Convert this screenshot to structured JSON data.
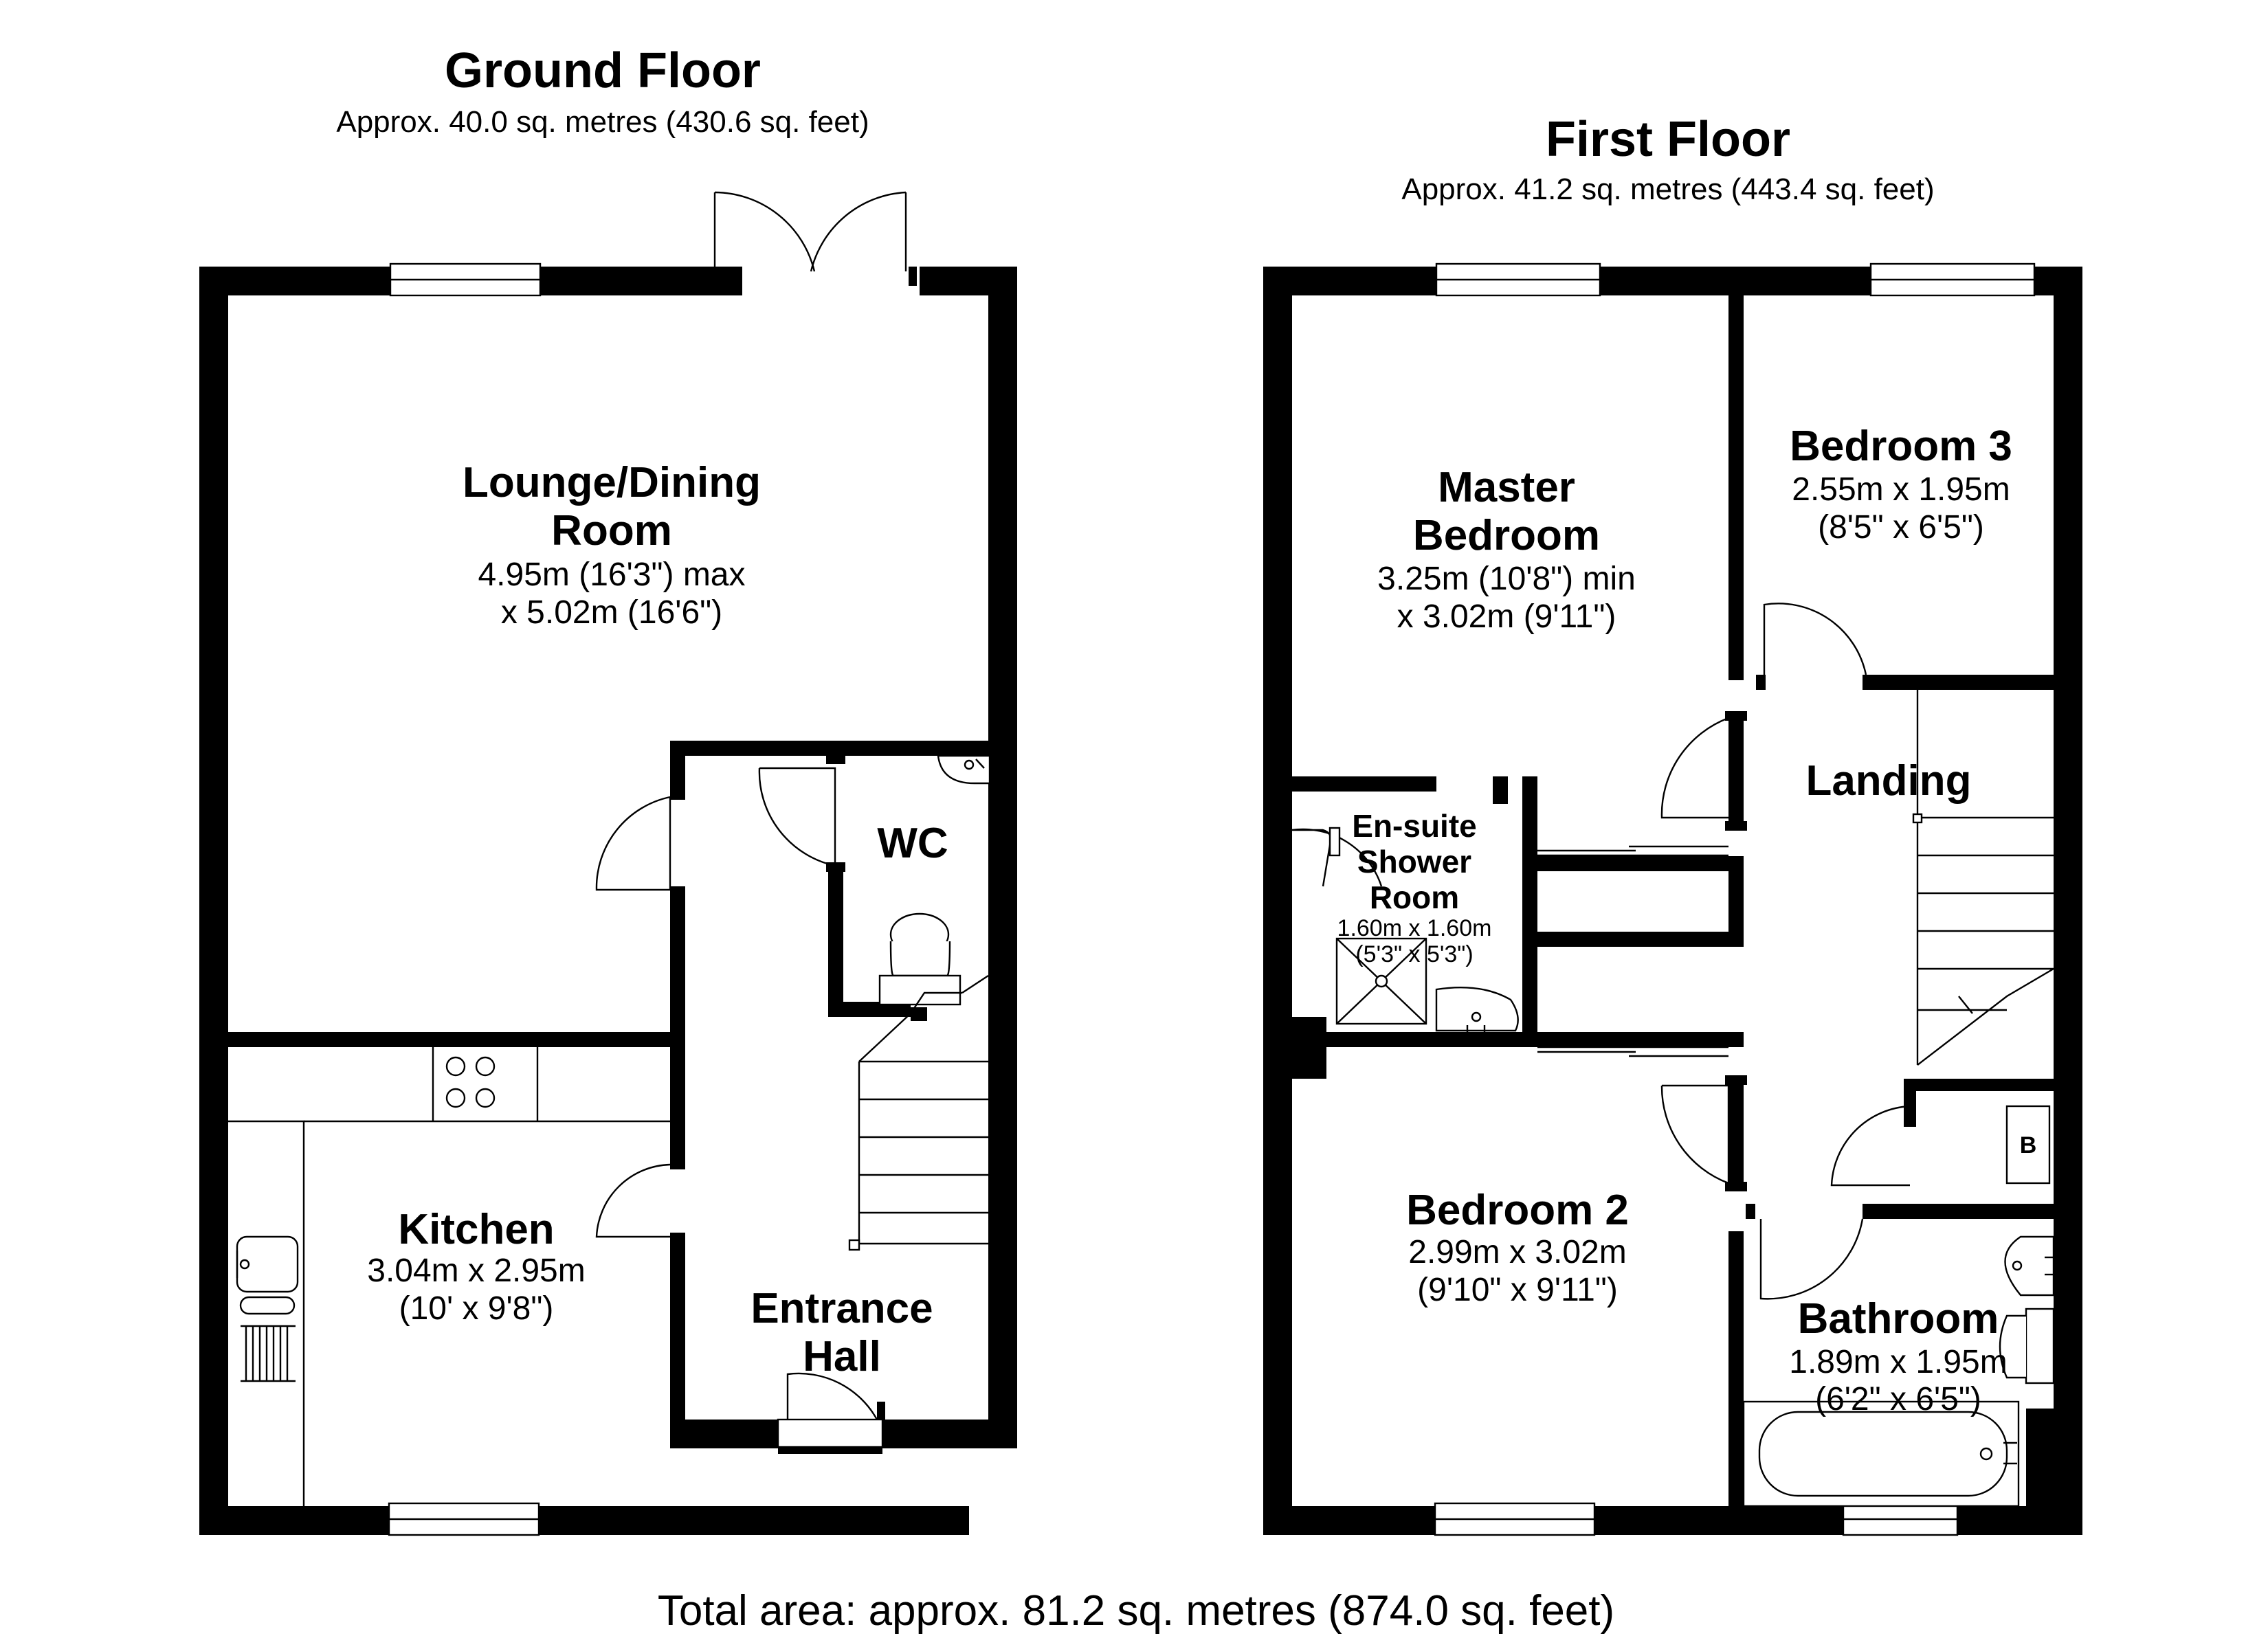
{
  "ground_floor": {
    "title": "Ground Floor",
    "area": "Approx. 40.0 sq. metres (430.6 sq. feet)",
    "rooms": {
      "lounge": {
        "name_line1": "Lounge/Dining",
        "name_line2": "Room",
        "dim_line1": "4.95m (16'3\") max",
        "dim_line2": "x 5.02m (16'6\")"
      },
      "wc": {
        "name": "WC"
      },
      "kitchen": {
        "name": "Kitchen",
        "dim_line1": "3.04m x 2.95m",
        "dim_line2": "(10' x 9'8\")"
      },
      "entrance_hall": {
        "name_line1": "Entrance",
        "name_line2": "Hall"
      }
    }
  },
  "first_floor": {
    "title": "First Floor",
    "area": "Approx. 41.2 sq. metres (443.4 sq. feet)",
    "rooms": {
      "master_bedroom": {
        "name_line1": "Master",
        "name_line2": "Bedroom",
        "dim_line1": "3.25m (10'8\") min",
        "dim_line2": "x 3.02m (9'11\")"
      },
      "bedroom3": {
        "name": "Bedroom 3",
        "dim_line1": "2.55m x 1.95m",
        "dim_line2": "(8'5\" x 6'5\")"
      },
      "landing": {
        "name": "Landing"
      },
      "ensuite": {
        "name_line1": "En-suite",
        "name_line2": "Shower",
        "name_line3": "Room",
        "dim_line1": "1.60m x 1.60m",
        "dim_line2": "(5'3\" x 5'3\")"
      },
      "bedroom2": {
        "name": "Bedroom 2",
        "dim_line1": "2.99m x 3.02m",
        "dim_line2": "(9'10\" x 9'11\")"
      },
      "bathroom": {
        "name": "Bathroom",
        "dim_line1": "1.89m x 1.95m",
        "dim_line2": "(6'2\" x 6'5\")"
      },
      "boiler_cupboard": {
        "label": "B"
      }
    }
  },
  "total_area": "Total area: approx. 81.2 sq. metres (874.0 sq. feet)"
}
